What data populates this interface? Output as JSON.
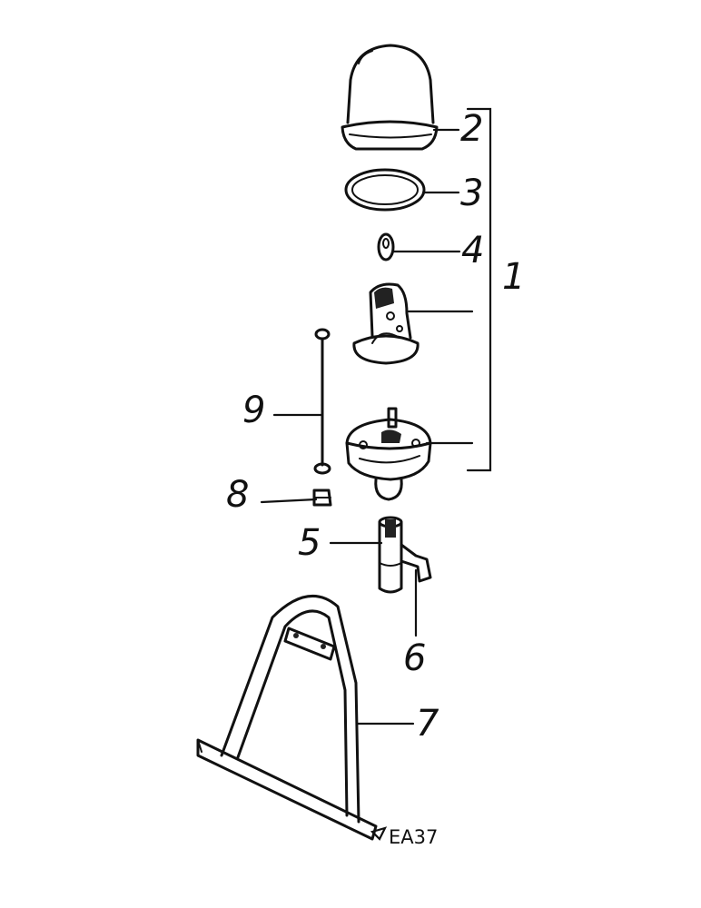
{
  "callouts": {
    "c1": "1",
    "c2": "2",
    "c3": "3",
    "c4": "4",
    "c5": "5",
    "c6": "6",
    "c7": "7",
    "c8": "8",
    "c9": "9"
  },
  "drawing_code": "EA37",
  "colors": {
    "ink": "#111111",
    "background": "#ffffff"
  }
}
